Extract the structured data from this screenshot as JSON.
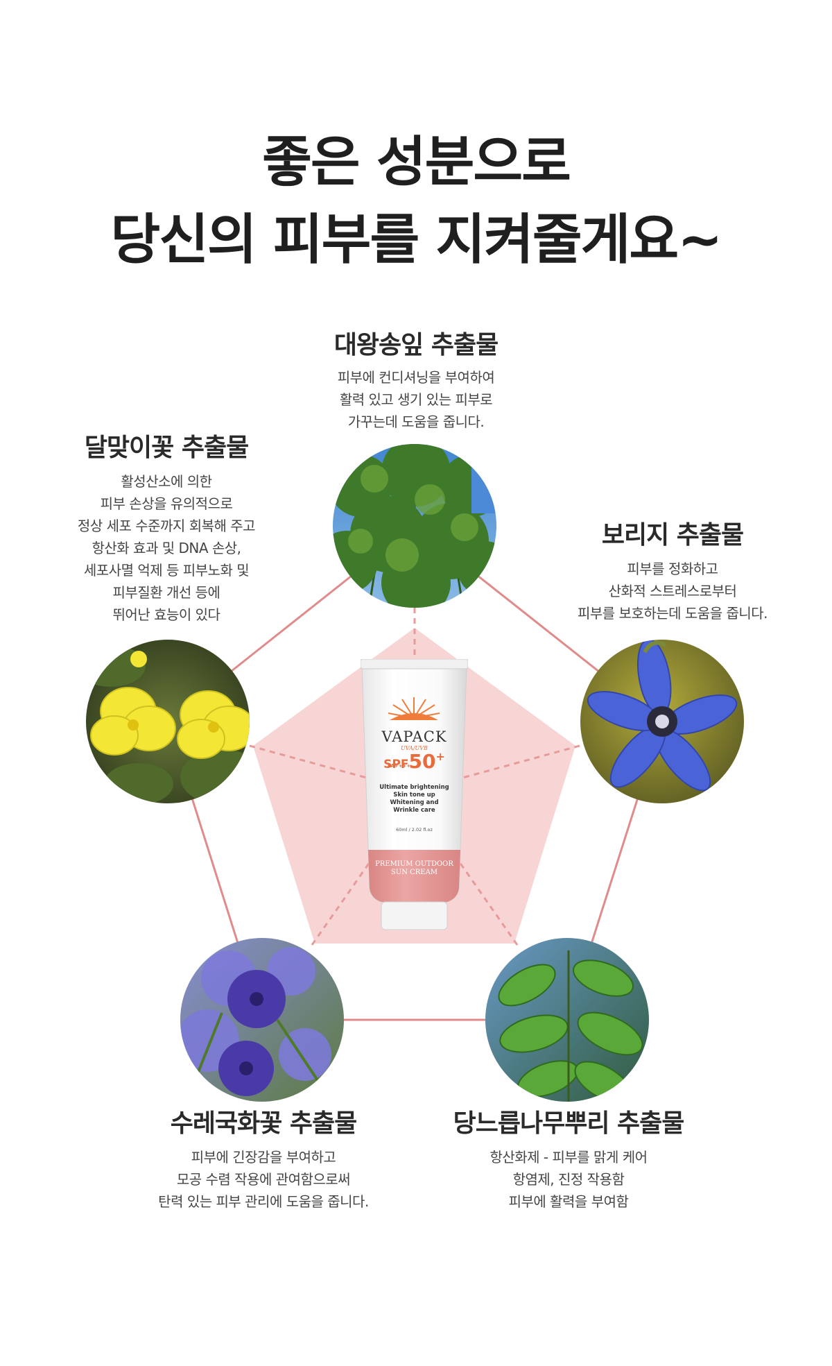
{
  "headline": {
    "line1": "좋은 성분으로",
    "line2": "당신의 피부를 지켜줄게요~"
  },
  "ingredients": [
    {
      "title": "대왕송잎 추출물",
      "desc": [
        "피부에 컨디셔닝을 부여하여",
        "활력 있고 생기 있는 피부로",
        "가꾸는데 도움을 줍니다."
      ]
    },
    {
      "title": "달맞이꽃 추출물",
      "desc": [
        "활성산소에 의한",
        "피부 손상을 유의적으로",
        "정상 세포 수준까지 회복해 주고",
        "항산화 효과 및 DNA 손상,",
        "세포사멸 억제 등 피부노화 및",
        "피부질환 개선 등에",
        "뛰어난 효능이 있다"
      ]
    },
    {
      "title": "보리지 추출물",
      "desc": [
        "피부를 정화하고",
        "산화적 스트레스로부터",
        "피부를 보호하는데 도움을 줍니다."
      ]
    },
    {
      "title": "수레국화꽃 추출물",
      "desc": [
        "피부에 긴장감을 부여하고",
        "모공 수렴 작용에 관여함으로써",
        "탄력 있는 피부 관리에 도움을 줍니다."
      ]
    },
    {
      "title": "당느릅나무뿌리 추출물",
      "desc": [
        "항산화제 - 피부를 맑게 케어",
        "항염제, 진정 작용함",
        "피부에 활력을 부여함"
      ]
    }
  ],
  "product": {
    "brand": "VAPACK",
    "uv": "UVA/UVB",
    "spf": "SPF",
    "spf_value": "50",
    "spf_plus": "+",
    "pa": "PA++++",
    "claims": [
      "Ultimate brightening",
      "Skin tone up",
      "Whitening and",
      "Wrinkle care"
    ],
    "volume": "60ml / 2.02 fl.oz",
    "band_line1": "PREMIUM OUTDOOR",
    "band_line2": "SUN CREAM"
  },
  "colors": {
    "pentagon_line": "#e08a8a",
    "inner_fill": "#f7d3d3",
    "tube_band": "#e89a98",
    "spf_orange": "#e96a3a"
  }
}
